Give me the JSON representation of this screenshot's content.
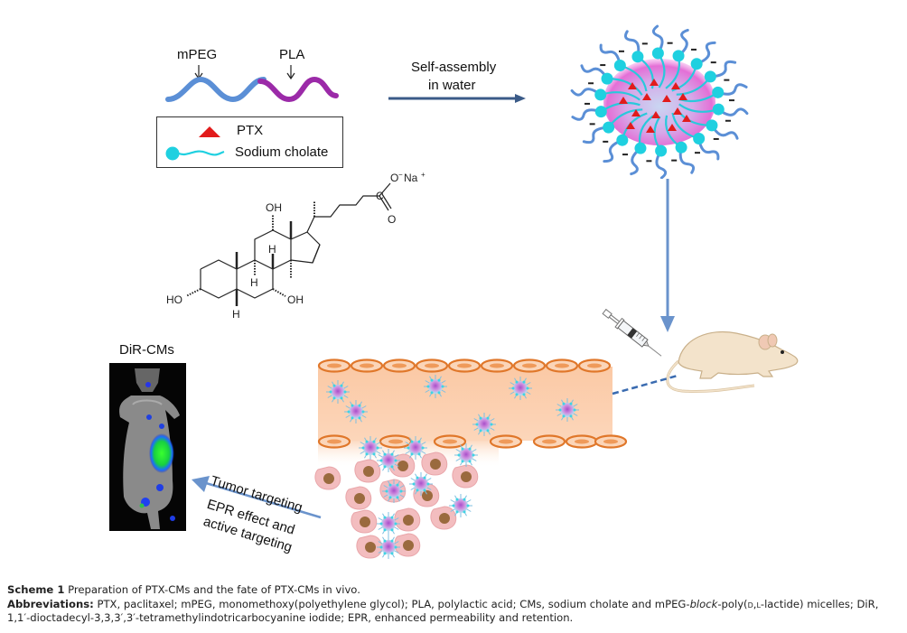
{
  "figure": {
    "polymer": {
      "label_left": "mPEG",
      "label_right": "PLA",
      "color_left": "#5b8fd6",
      "color_right": "#9b2aa8"
    },
    "legend": {
      "items": [
        {
          "icon": "triangle-icon",
          "label": "PTX",
          "color": "#e21b1b"
        },
        {
          "icon": "lollipop-icon",
          "label": "Sodium cholate",
          "color": "#1fd0e0"
        }
      ]
    },
    "process_arrow": {
      "line1": "Self-assembly",
      "line2": "in water"
    },
    "structure": {
      "oh_top": "OH",
      "ho_left": "HO",
      "oh_right": "OH",
      "h_b": "H",
      "h_c": "H",
      "h_a": "H",
      "carboxylate": "O",
      "minus": "−",
      "sodium": "Na",
      "plus": "+",
      "carbonyl_c": "C",
      "carbonyl_o": "O"
    },
    "imaging": {
      "label": "DiR-CMs"
    },
    "targeting": {
      "line1": "Tumor targeting",
      "line2": "EPR effect and",
      "line3": "active targeting"
    }
  },
  "caption": {
    "scheme_label": "Scheme 1",
    "scheme_text": " Preparation of PTX-CMs and the fate of PTX-CMs in vivo.",
    "abbr_label": "Abbreviations:",
    "abbr_text_1": " PTX, paclitaxel; mPEG, monomethoxy(polyethylene glycol); PLA, polylactic acid; CMs, sodium cholate and mPEG-",
    "abbr_italic": "block",
    "abbr_text_2": "-poly(",
    "abbr_smallcaps": "d,l",
    "abbr_text_3": "-lactide) micelles; DiR, 1,1′-dioctadecyl-3,3,3′,3′-tetramethylindotricarbocyanine iodide; EPR, enhanced permeability and retention."
  }
}
